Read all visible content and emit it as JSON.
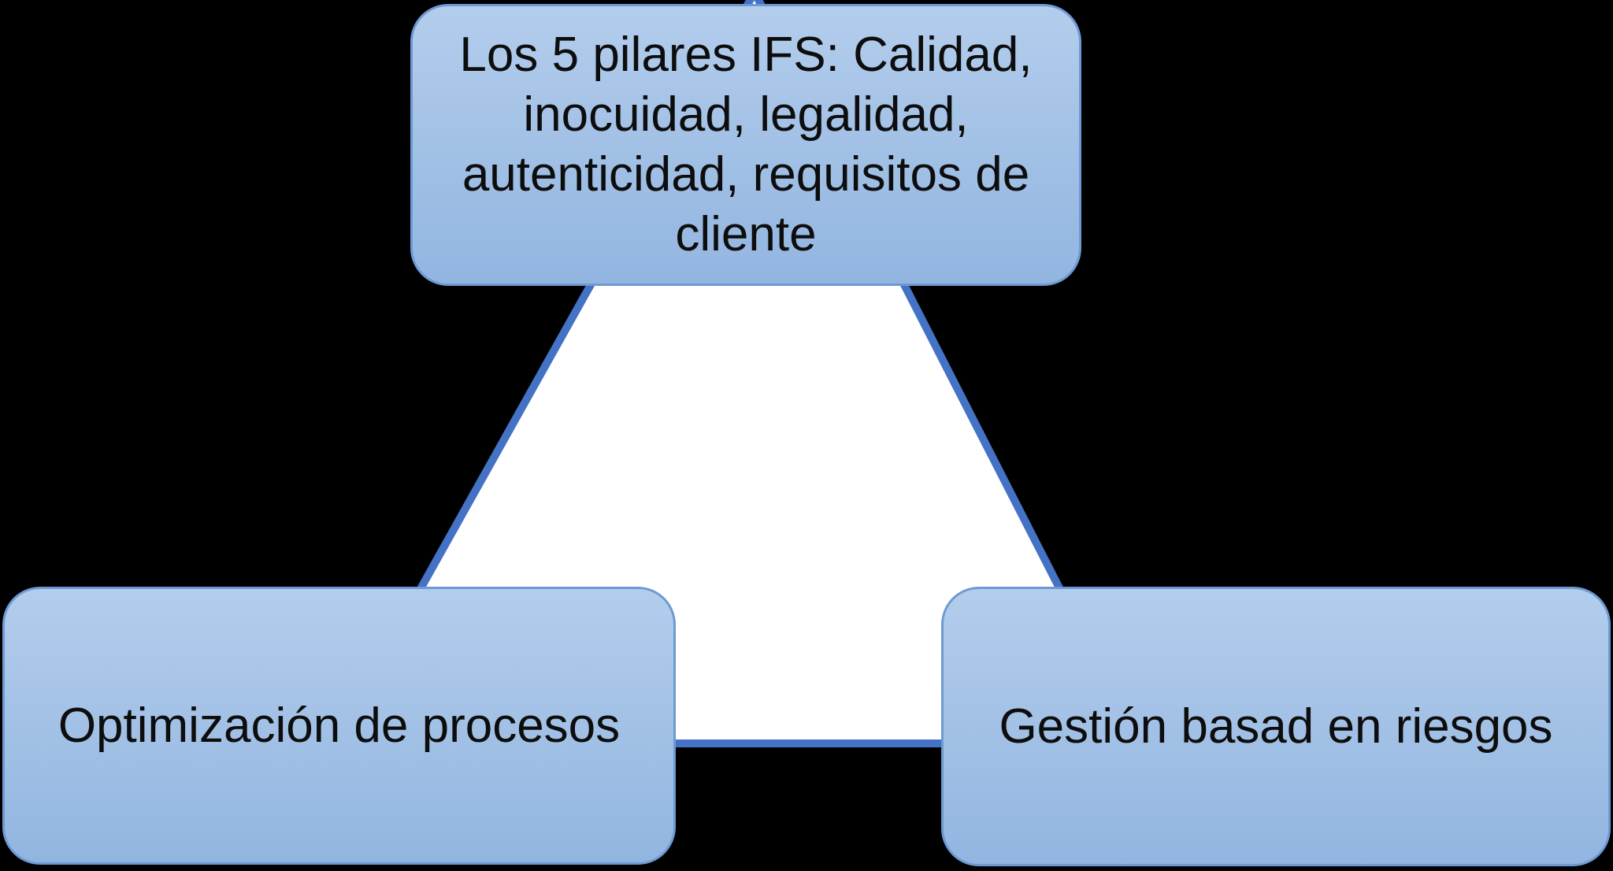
{
  "diagram": {
    "title_box": {
      "text": "Los 5 pilares IFS: Calidad,\ninocuidad, legalidad,\nautenticidad, requisitos de\ncliente"
    },
    "left_box": {
      "text": "Optimización de procesos"
    },
    "right_box": {
      "text": "Gestión basad en riesgos"
    },
    "colors": {
      "background": "#000000",
      "box_fill_top": "#b3cdec",
      "box_fill_bottom": "#92b5e0",
      "box_border": "#6e9ad3",
      "triangle_stroke": "#4472c4",
      "triangle_fill": "#ffffff",
      "text": "#0d0d0d"
    }
  }
}
